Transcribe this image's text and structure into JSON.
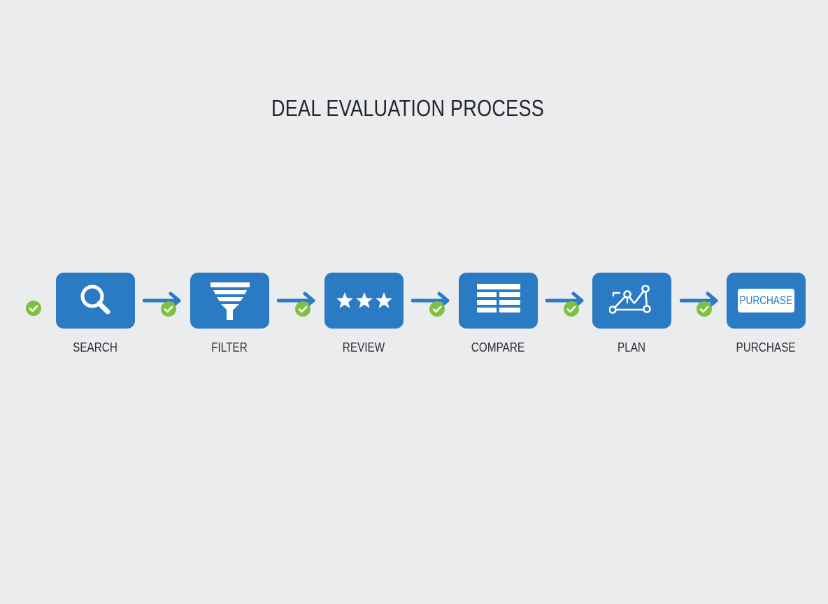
{
  "title": "DEAL EVALUATION PROCESS",
  "colors": {
    "background": "#ebeced",
    "tile": "#2a7bc4",
    "arrow": "#2a7bc4",
    "check": "#7cc142",
    "text": "#23272d"
  },
  "steps": [
    {
      "label": "SEARCH",
      "icon": "magnifier-icon"
    },
    {
      "label": "FILTER",
      "icon": "funnel-icon"
    },
    {
      "label": "REVIEW",
      "icon": "three-stars-icon"
    },
    {
      "label": "COMPARE",
      "icon": "table-grid-icon"
    },
    {
      "label": "PLAN",
      "icon": "route-nodes-icon"
    },
    {
      "label": "PURCHASE",
      "icon": "purchase-button-icon",
      "button_text": "PURCHASE"
    }
  ],
  "connectors": {
    "arrow_icon": "right-arrow-icon",
    "check_icon": "checkmark-circle-icon",
    "count": 6
  }
}
